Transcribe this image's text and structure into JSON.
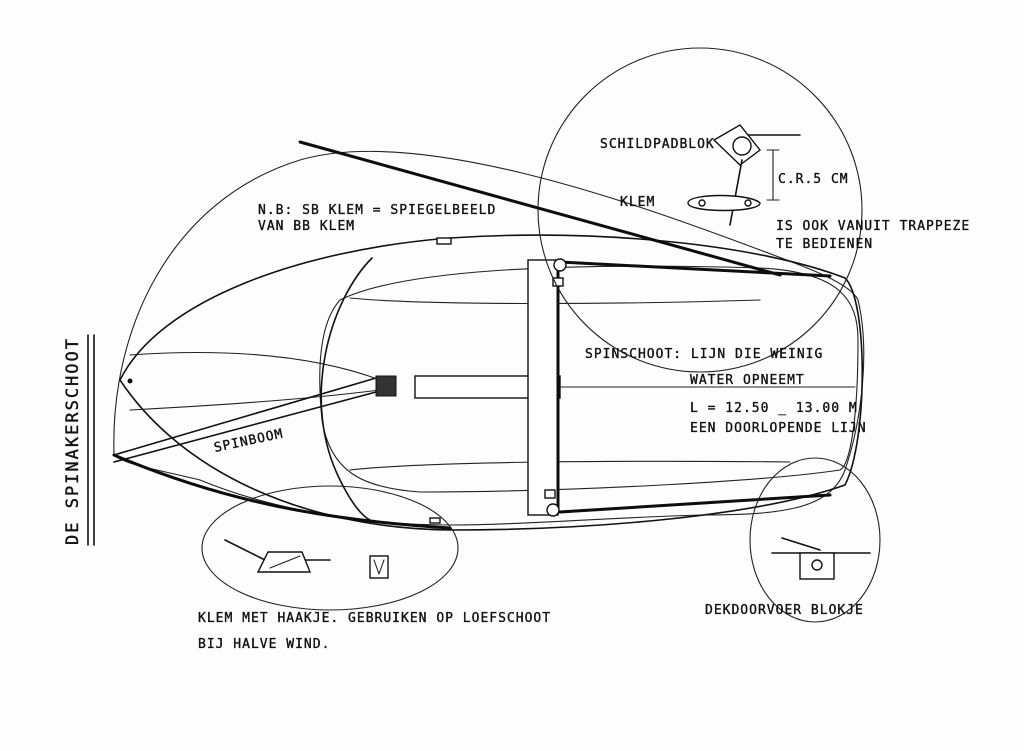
{
  "title": "DE SPINAKERSCHOOT",
  "labels": {
    "schildpadblok": "SCHILDPADBLOK",
    "klem_top": "KLEM",
    "measure": "C.R.5 CM",
    "trapeze_1": "IS OOK VANUIT TRAPPEZE",
    "trapeze_2": "TE BEDIENEN",
    "nb_1": "N.B: SB KLEM = SPIEGELBEELD",
    "nb_2": "VAN BB KLEM",
    "spinschoot_1": "SPINSCHOOT: LIJN DIE WEINIG",
    "spinschoot_2": "WATER OPNEEMT",
    "length_1": "L = 12.50 _ 13.00 M",
    "length_2": "EEN DOORLOPENDE LIJN",
    "spinboom": "SPINBOOM",
    "klem_haakje_1": "KLEM MET HAAKJE. GEBRUIKEN OP LOEFSCHOOT",
    "klem_haakje_2": "BIJ HALVE WIND.",
    "dekdoorvoer": "DEKDOORVOER BLOKJE"
  },
  "colors": {
    "ink": "#111111",
    "paper": "#fdfdfd"
  }
}
